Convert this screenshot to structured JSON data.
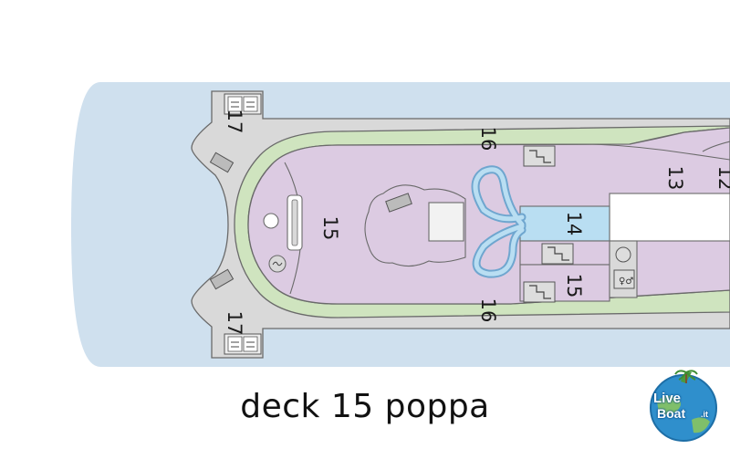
{
  "caption": "deck 15 poppa",
  "colors": {
    "sea": "#cfe0ee",
    "deck_outline": "#6a6a6a",
    "promenade": "#cfe4bf",
    "outer_deck": "#d9d9d9",
    "interior": "#dccbe2",
    "pool": "#b9def2",
    "slide": "#a6d4ef",
    "stairs": "#dddddd"
  },
  "labels": {
    "top_wing": "17",
    "bottom_wing": "17",
    "top_path": "16",
    "bottom_path": "16",
    "stern_area": "15",
    "right_area_13": "13",
    "right_area_partial": "12",
    "pool_area": "14",
    "lower_right_area": "15"
  },
  "icons": [
    "elevator-icon",
    "stairs-icon",
    "slide-ramp-icon",
    "restroom-icon",
    "shower-icon"
  ],
  "logo": {
    "line1": "Live",
    "line2": "Boat",
    "suffix": ".it"
  }
}
